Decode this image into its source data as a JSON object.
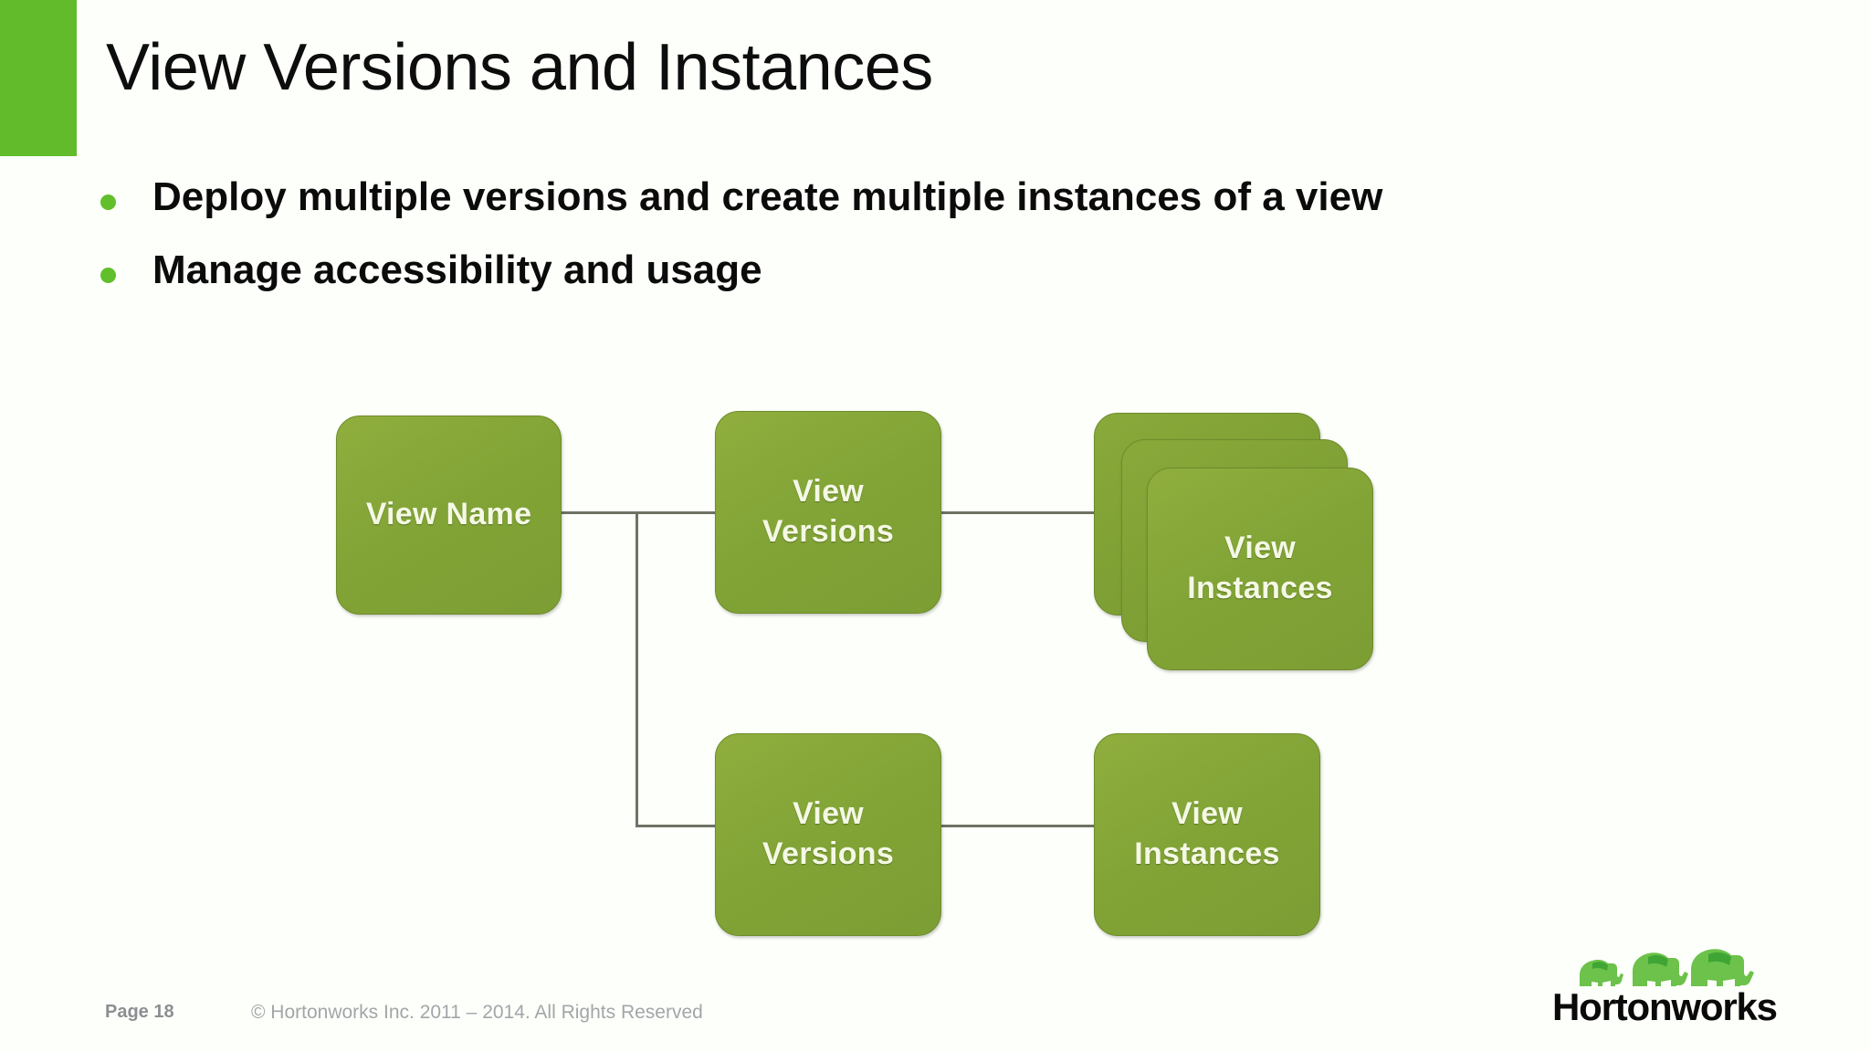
{
  "slide": {
    "title": "View Versions and Instances",
    "accent_color": "#61bb2a",
    "background_color": "#fdfffa",
    "node_color": "#82a436",
    "connector_color": "#6e7364"
  },
  "bullets": [
    {
      "text": "Deploy multiple versions and create multiple instances of a view"
    },
    {
      "text": "Manage accessibility and usage"
    }
  ],
  "diagram": {
    "type": "flow-diagram",
    "nodes": [
      {
        "id": "view-name",
        "label": "View Name",
        "line1": "View Name",
        "line2": ""
      },
      {
        "id": "view-versions-top",
        "label": "View Versions",
        "line1": "View",
        "line2": "Versions"
      },
      {
        "id": "view-instances-top",
        "label": "View Instances",
        "line1": "View",
        "line2": "Instances",
        "stacked": 3
      },
      {
        "id": "view-versions-bottom",
        "label": "View Versions",
        "line1": "View",
        "line2": "Versions"
      },
      {
        "id": "view-instances-bottom",
        "label": "View Instances",
        "line1": "View",
        "line2": "Instances"
      }
    ],
    "edges": [
      {
        "from": "view-name",
        "to": "view-versions-top"
      },
      {
        "from": "view-name",
        "to": "view-versions-bottom"
      },
      {
        "from": "view-versions-top",
        "to": "view-instances-top"
      },
      {
        "from": "view-versions-bottom",
        "to": "view-instances-bottom"
      }
    ]
  },
  "footer": {
    "page_label": "Page 18",
    "copyright": "© Hortonworks Inc. 2011 – 2014. All Rights Reserved",
    "brand": "Hortonworks"
  }
}
